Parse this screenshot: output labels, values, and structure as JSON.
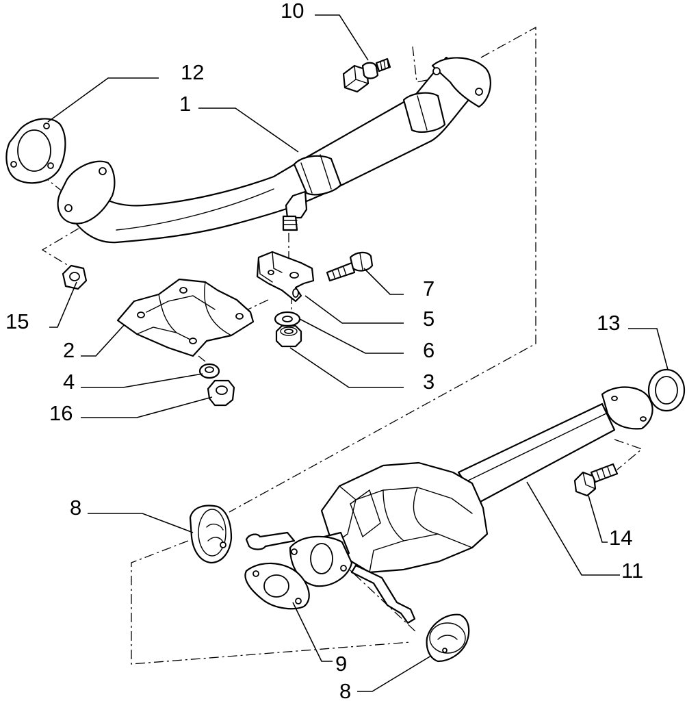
{
  "callouts": {
    "c10": "10",
    "c12": "12",
    "c1": "1",
    "c15": "15",
    "c7": "7",
    "c5": "5",
    "c2": "2",
    "c6": "6",
    "c4": "4",
    "c3": "3",
    "c16": "16",
    "c13": "13",
    "c8a": "8",
    "c14": "14",
    "c11": "11",
    "c9": "9",
    "c8b": "8"
  }
}
